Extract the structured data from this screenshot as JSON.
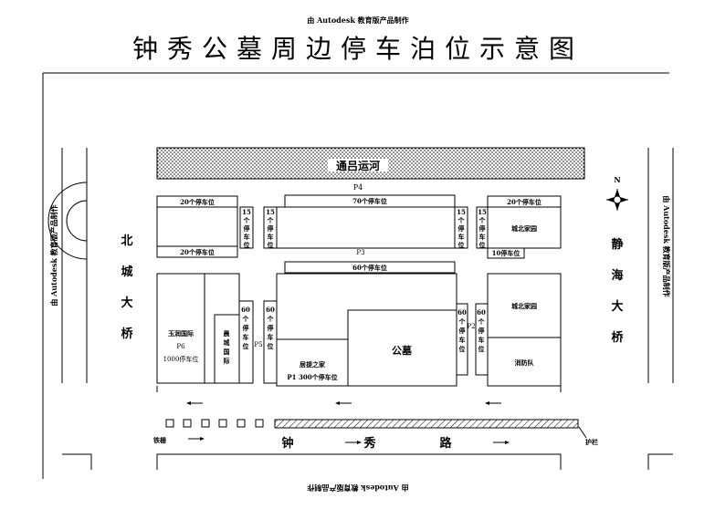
{
  "watermark": {
    "top": "由 Autodesk 教育版产品制作",
    "bottom": "由 Autodesk 教育版产品制作",
    "left": "由 Autodesk 教育版产品制作",
    "right": "由 Autodesk 教育版产品制作"
  },
  "title": "钟秀公墓周边停车泊位示意图",
  "canal": "通吕运河",
  "lots": {
    "p4": "P4",
    "p3": "P3",
    "p2": "P2",
    "p5": "P5",
    "top_left": "20个停车位",
    "top_mid": "70个停车位",
    "top_right": "20个停车位",
    "mid_left": "20个停车位",
    "mid_right": "10停车位",
    "mid_center": "60个停车位",
    "v15a": "15个停车位",
    "v15b": "15个停车位",
    "v15c": "15个停车位",
    "v15d": "15个停车位",
    "v60a": "60个停车位",
    "v60b": "60个停车位",
    "v60c": "60个停车位",
    "v60d": "60个停车位"
  },
  "buildings": {
    "yurun_name": "玉润国际",
    "yurun_lot": "P6",
    "yurun_cap": "1000停车位",
    "jincheng": "晨城国际",
    "jiazhijia": "居提之家",
    "p1_label": "P1  300个停车位",
    "cemetery": "公墓",
    "family_yard_1": "城北家园",
    "family_yard_2": "城北家园",
    "fire_brigade": "消防队"
  },
  "bridges": {
    "north": [
      "北",
      "城",
      "大",
      "桥"
    ],
    "jinghai": [
      "静",
      "海",
      "大",
      "桥"
    ]
  },
  "road": {
    "name": [
      "钟",
      "秀",
      "路"
    ],
    "left_label": "铁栅",
    "right_label": "护栏"
  },
  "compass": "N"
}
